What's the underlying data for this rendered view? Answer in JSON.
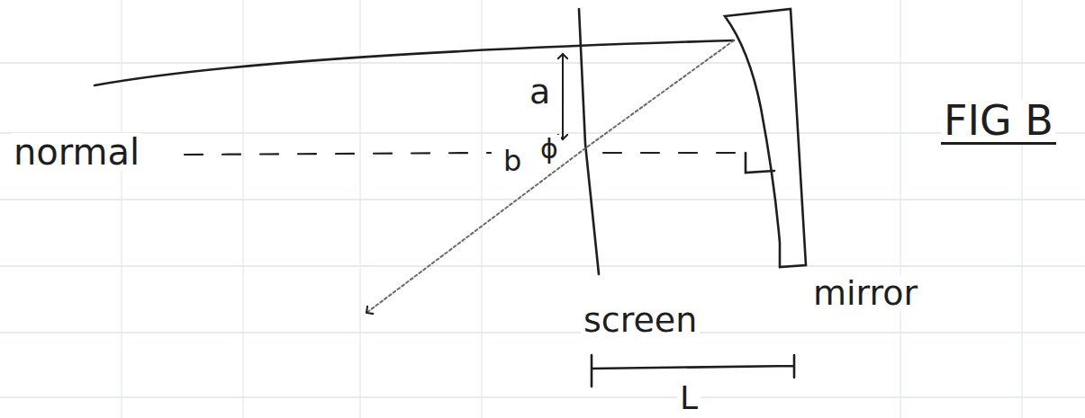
{
  "diagram": {
    "labels": [
      "normal",
      "a",
      "b",
      "ϕ",
      "screen",
      "mirror",
      "FIG B",
      "L"
    ]
  }
}
